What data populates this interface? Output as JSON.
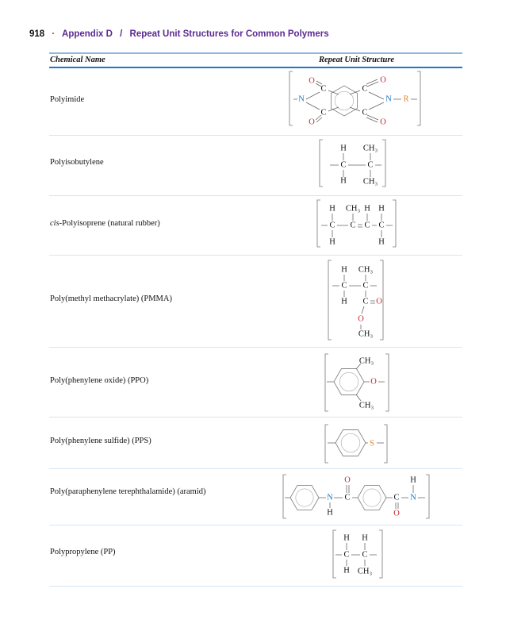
{
  "header": {
    "page_number": "918",
    "bullet": "·",
    "section": "Appendix D",
    "slash": "/",
    "title": "Repeat Unit Structures for Common Polymers"
  },
  "table": {
    "col_name": "Chemical Name",
    "col_structure": "Repeat Unit Structure",
    "rows": [
      {
        "name": "Polyimide",
        "atoms": [
          "O",
          "C",
          "C",
          "O",
          "N",
          "N",
          "R",
          "C",
          "C",
          "O",
          "O"
        ]
      },
      {
        "name": "Polyisobutylene",
        "atoms": [
          "H",
          "CH₃",
          "C",
          "C",
          "H",
          "CH₃"
        ]
      },
      {
        "name_prefix": "cis",
        "name": "-Polyisoprene (natural rubber)",
        "atoms": [
          "H",
          "CH₃",
          "H",
          "H",
          "C",
          "C",
          "C",
          "C",
          "H",
          "H"
        ]
      },
      {
        "name": "Poly(methyl methacrylate) (PMMA)",
        "atoms": [
          "H",
          "CH₃",
          "C",
          "C",
          "H",
          "C",
          "O",
          "O",
          "CH₃"
        ]
      },
      {
        "name": "Poly(phenylene oxide) (PPO)",
        "atoms": [
          "CH₃",
          "O",
          "CH₃"
        ]
      },
      {
        "name": "Poly(phenylene sulfide) (PPS)",
        "atoms": [
          "S"
        ]
      },
      {
        "name": "Poly(paraphenylene terephthalamide) (aramid)",
        "atoms": [
          "N",
          "H",
          "C",
          "O",
          "C",
          "O",
          "N",
          "H"
        ]
      },
      {
        "name": "Polypropylene (PP)",
        "atoms": [
          "H",
          "H",
          "C",
          "C",
          "H",
          "CH₃"
        ]
      }
    ]
  },
  "colors": {
    "header": "#5b2a91",
    "rule": "#1f78c8",
    "oxygen": "#c1272d",
    "nitrogen": "#1f78c8",
    "substituent": "#e8862a"
  }
}
